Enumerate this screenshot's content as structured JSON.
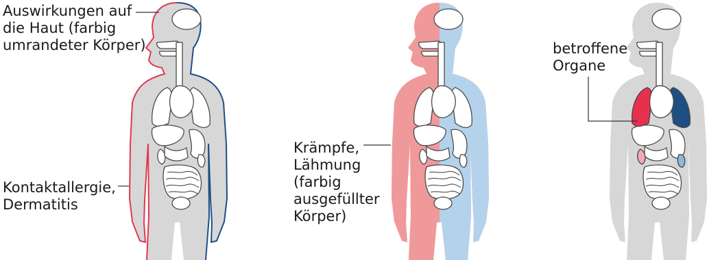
{
  "labels": {
    "skin": "Auswirkungen auf\ndie Haut (farbig\numrandeter Körper)",
    "contact": "Kontaktallergie,\nDermatitis",
    "cramps": "Krämpfe,\nLähmung\n(farbig\nausgefüllter\nKörper)",
    "organs": "betroffene\nOrgane"
  },
  "colors": {
    "body_gray": "#d7d7d7",
    "outline_red": "#e0384f",
    "outline_blue": "#1e4f86",
    "fill_red": "#f0999a",
    "fill_blue": "#b4d2ec",
    "organ_red": "#e8304e",
    "organ_pink": "#f3a8b5",
    "organ_navy": "#1d4f85",
    "organ_lightblue": "#8cb8dd"
  }
}
